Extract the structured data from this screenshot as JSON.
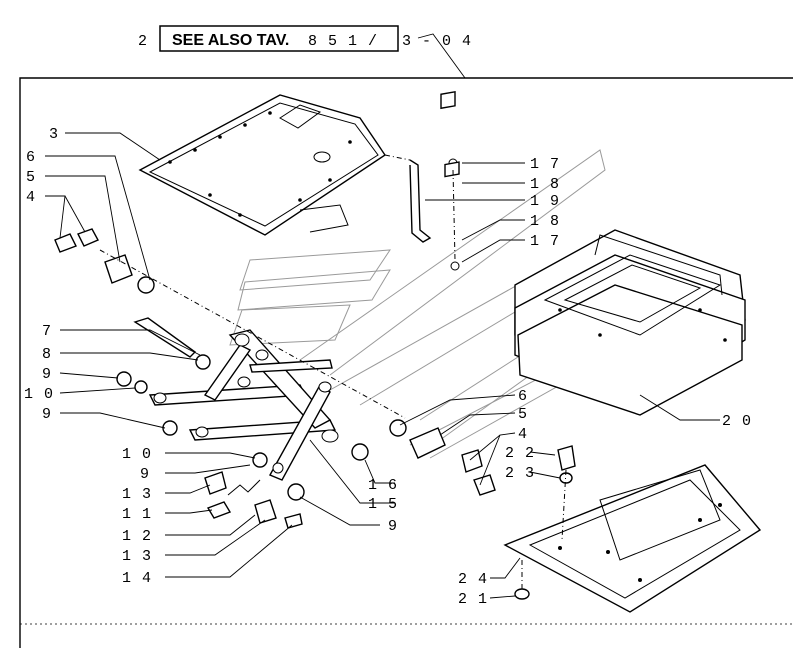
{
  "header": {
    "prefix": "2",
    "reference": "SEE ALSO TAV.",
    "table_number": "8 5 1 /",
    "suffix": "3 - 0 4"
  },
  "callouts": {
    "c3": "3",
    "c6": "6",
    "c5": "5",
    "c4": "4",
    "c7": "7",
    "c8": "8",
    "c9a": "9",
    "c10a": "1 0",
    "c9b": "9",
    "c10b": "1 0",
    "c9c": "9",
    "c13a": "1 3",
    "c11": "1 1",
    "c12": "1 2",
    "c13b": "1 3",
    "c14": "1 4",
    "c17a": "1 7",
    "c18a": "1 8",
    "c19": "1 9",
    "c18b": "1 8",
    "c17b": "1 7",
    "c6r": "6",
    "c5r": "5",
    "c4r": "4",
    "c16": "1 6",
    "c15": "1 5",
    "c9r": "9",
    "c20": "2 0",
    "c22": "2 2",
    "c23": "2 3",
    "c24": "2 4",
    "c21": "2 1"
  }
}
